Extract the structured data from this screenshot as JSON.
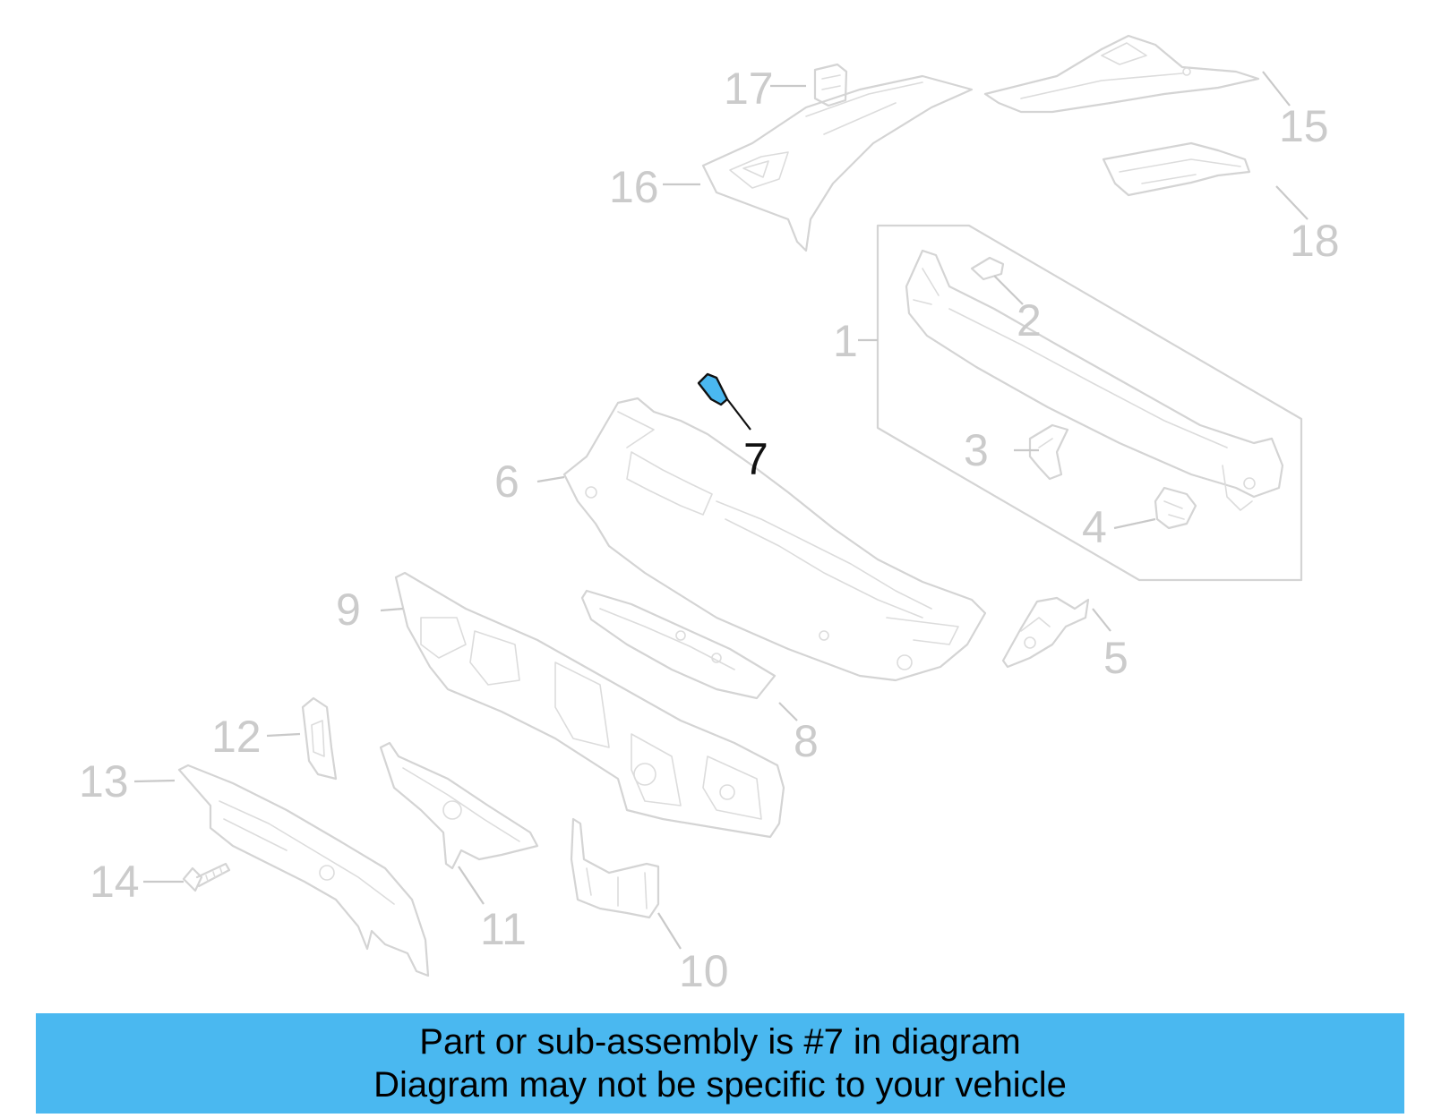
{
  "diagram": {
    "highlighted_part": "7",
    "callouts": [
      "1",
      "2",
      "3",
      "4",
      "5",
      "6",
      "7",
      "8",
      "9",
      "10",
      "11",
      "12",
      "13",
      "14",
      "15",
      "16",
      "17",
      "18"
    ],
    "colors": {
      "highlight_fill": "#4ab8f0",
      "inactive_line": "#d4d4d4",
      "active_line": "#111111"
    }
  },
  "banner": {
    "line1": "Part or sub-assembly is #7 in diagram",
    "line2": "Diagram may not be specific to your vehicle",
    "background": "#4ab8f0"
  }
}
